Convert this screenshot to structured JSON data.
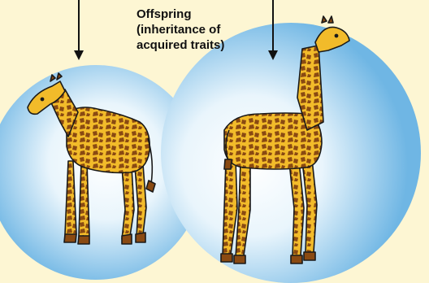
{
  "caption": {
    "line1": "Offspring",
    "line2": "(inheritance of",
    "line3": "acquired traits)"
  },
  "colors": {
    "background": "#fdf6d3",
    "circle_edge": "#6fb6e4",
    "circle_center": "#ffffff",
    "giraffe_body": "#f2bb2a",
    "giraffe_spots": "#8a4a12",
    "outline": "#1a1a1a"
  },
  "icons": {
    "left": "short-neck-giraffe",
    "right": "long-neck-giraffe",
    "arrows": "down-arrow"
  }
}
